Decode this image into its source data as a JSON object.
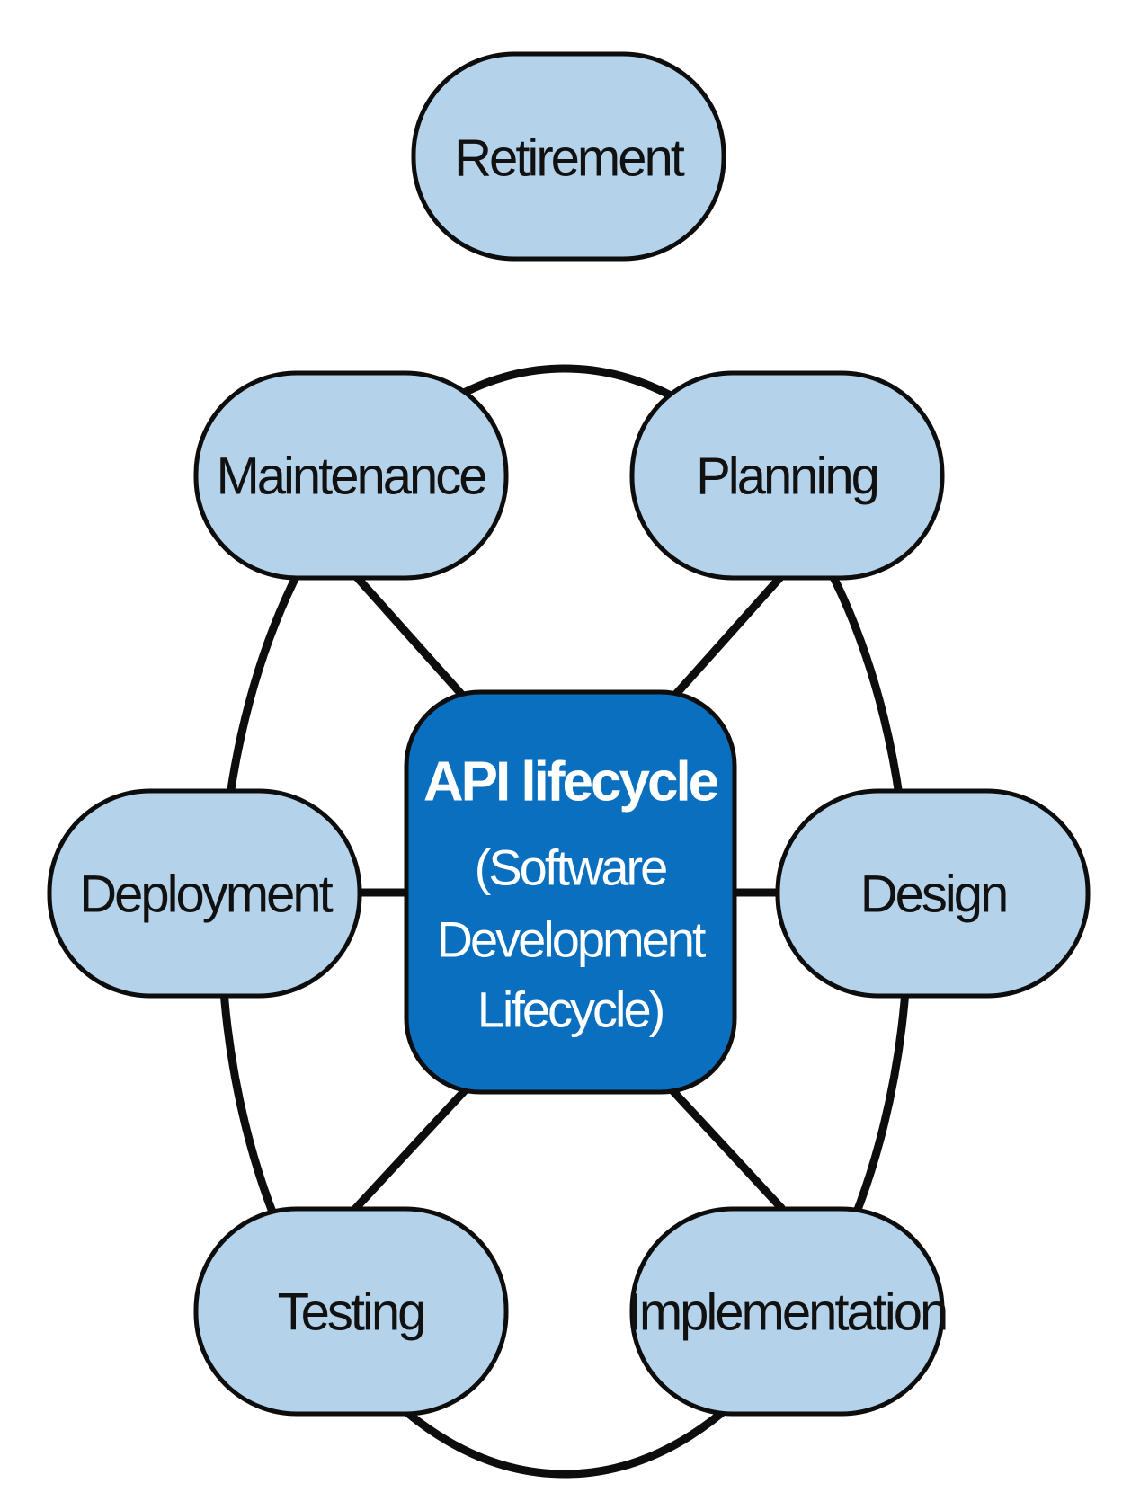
{
  "diagram": {
    "center": {
      "title": "API lifecycle",
      "lines": [
        "(Software",
        "Development",
        "Lifecycle)"
      ]
    },
    "retirement": {
      "label": "Retirement"
    },
    "stages": {
      "maintenance": "Maintenance",
      "planning": "Planning",
      "deployment": "Deployment",
      "design": "Design",
      "testing": "Testing",
      "implementation": "Implementation"
    }
  },
  "colors": {
    "node_fill": "#b4d3ea",
    "center_fill": "#0a6fbe",
    "stroke": "#0d0d0d",
    "center_text": "#ffffff"
  }
}
